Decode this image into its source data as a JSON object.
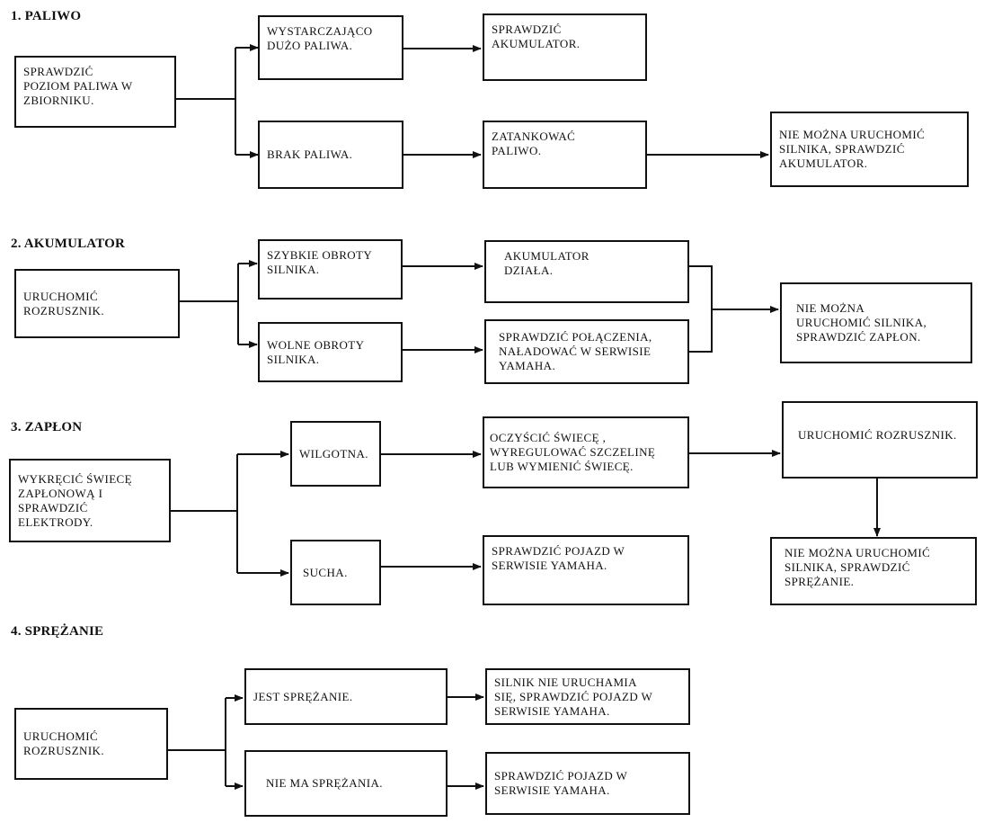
{
  "sections": [
    {
      "heading": "1. PALIWO",
      "boxes": {
        "start": [
          "SPRAWDZIĆ",
          "POZIOM PALIWA W",
          "ZBIORNIKU."
        ],
        "enough": [
          "WYSTARCZAJĄCO",
          "DUŻO PALIWA."
        ],
        "check_battery": [
          "SPRAWDZIĆ",
          "AKUMULATOR."
        ],
        "no_fuel": [
          "BRAK PALIWA."
        ],
        "refuel": [
          "ZATANKOWAĆ",
          "PALIWO."
        ],
        "cannot_start": [
          "NIE MOŻNA URUCHOMIĆ",
          "SILNIKA, SPRAWDZIĆ",
          "AKUMULATOR."
        ]
      }
    },
    {
      "heading": "2. AKUMULATOR",
      "boxes": {
        "start": [
          "URUCHOMIĆ",
          "ROZRUSZNIK."
        ],
        "fast": [
          "SZYBKIE OBROTY",
          "SILNIKA."
        ],
        "battery_ok": [
          "AKUMULATOR",
          "DZIAŁA."
        ],
        "slow": [
          "WOLNE OBROTY",
          "SILNIKA."
        ],
        "check_connections": [
          "SPRAWDZIĆ POŁĄCZENIA,",
          "NAŁADOWAĆ W SERWISIE",
          "YAMAHA."
        ],
        "cannot_start": [
          "NIE MOŻNA",
          "URUCHOMIĆ SILNIKA,",
          "SPRAWDZIĆ ZAPŁON."
        ]
      }
    },
    {
      "heading": "3. ZAPŁON",
      "boxes": {
        "start": [
          "WYKRĘCIĆ ŚWIECĘ",
          "ZAPŁONOWĄ I",
          "SPRAWDZIĆ",
          "ELEKTRODY."
        ],
        "wet": [
          "WILGOTNA."
        ],
        "clean": [
          "OCZYŚCIĆ  ŚWIECĘ ,",
          "WYREGULOWAĆ  SZCZELINĘ",
          "LUB WYMIENIĆ ŚWIECĘ."
        ],
        "restart": [
          "URUCHOMIĆ ROZRUSZNIK."
        ],
        "dry": [
          "SUCHA."
        ],
        "service": [
          "SPRAWDZIĆ POJAZD W",
          "SERWISIE YAMAHA."
        ],
        "cannot_start": [
          "NIE  MOŻNA  URUCHOMIĆ",
          "SILNIKA, SPRAWDZIĆ",
          "SPRĘŻANIE."
        ]
      }
    },
    {
      "heading": "4. SPRĘŻANIE",
      "boxes": {
        "start": [
          "URUCHOMIĆ",
          "ROZRUSZNIK."
        ],
        "has_compression": [
          "JEST SPRĘŻANIE."
        ],
        "engine_wont_start": [
          "SILNIK NIE URUCHAMIA",
          "SIĘ, SPRAWDZIĆ POJAZD W",
          "SERWISIE YAMAHA."
        ],
        "no_compression": [
          "NIE MA SPRĘŻANIA."
        ],
        "service": [
          "SPRAWDZIĆ POJAZD W",
          "SERWISIE YAMAHA."
        ]
      }
    }
  ]
}
